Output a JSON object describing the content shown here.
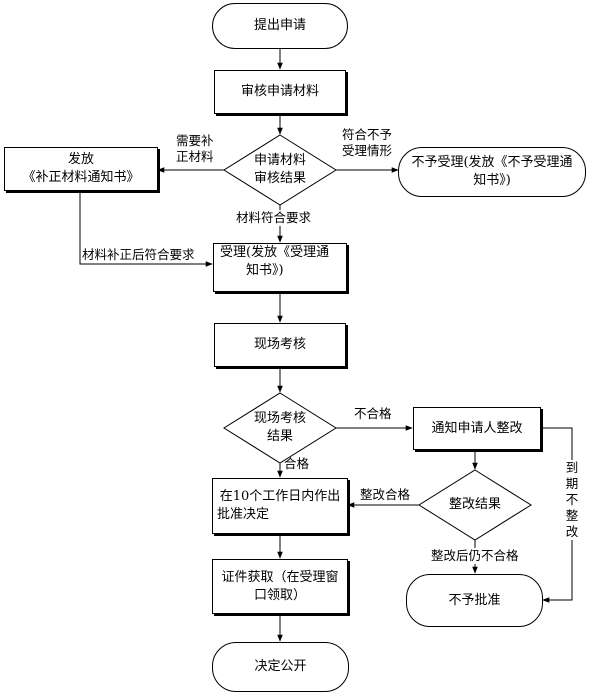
{
  "nodes": {
    "start": "提出申请",
    "review": "审核申请材料",
    "review_result_l1": "申请材料",
    "review_result_l2": "审核结果",
    "supplement_l1": "发放",
    "supplement_l2": "《补正材料通知书》",
    "reject_l1": "不予受理(发放《不予受理通",
    "reject_l2": "知书》)",
    "accept_l1": "受理(发放《受理通",
    "accept_l2": "知书》)",
    "inspect": "现场考核",
    "inspect_result_l1": "现场考核",
    "inspect_result_l2": "结果",
    "notify_fix": "通知申请人整改",
    "fix_result": "整改结果",
    "decide_l1": "在10个工作日内作出",
    "decide_l2": "批准决定",
    "cert_l1": "证件获取（在受理窗",
    "cert_l2": "口领取）",
    "deny": "不予批准",
    "publish": "决定公开"
  },
  "edges": {
    "need_fix_l1": "需要补",
    "need_fix_l2": "正材料",
    "not_meet_l1": "符合不予",
    "not_meet_l2": "受理情形",
    "meets": "材料符合要求",
    "fixed_meets": "材料补正后符合要求",
    "fail": "不合格",
    "pass": "合格",
    "fix_pass": "整改合格",
    "fix_fail": "整改后仍不合格",
    "expired": "到期不整改"
  }
}
